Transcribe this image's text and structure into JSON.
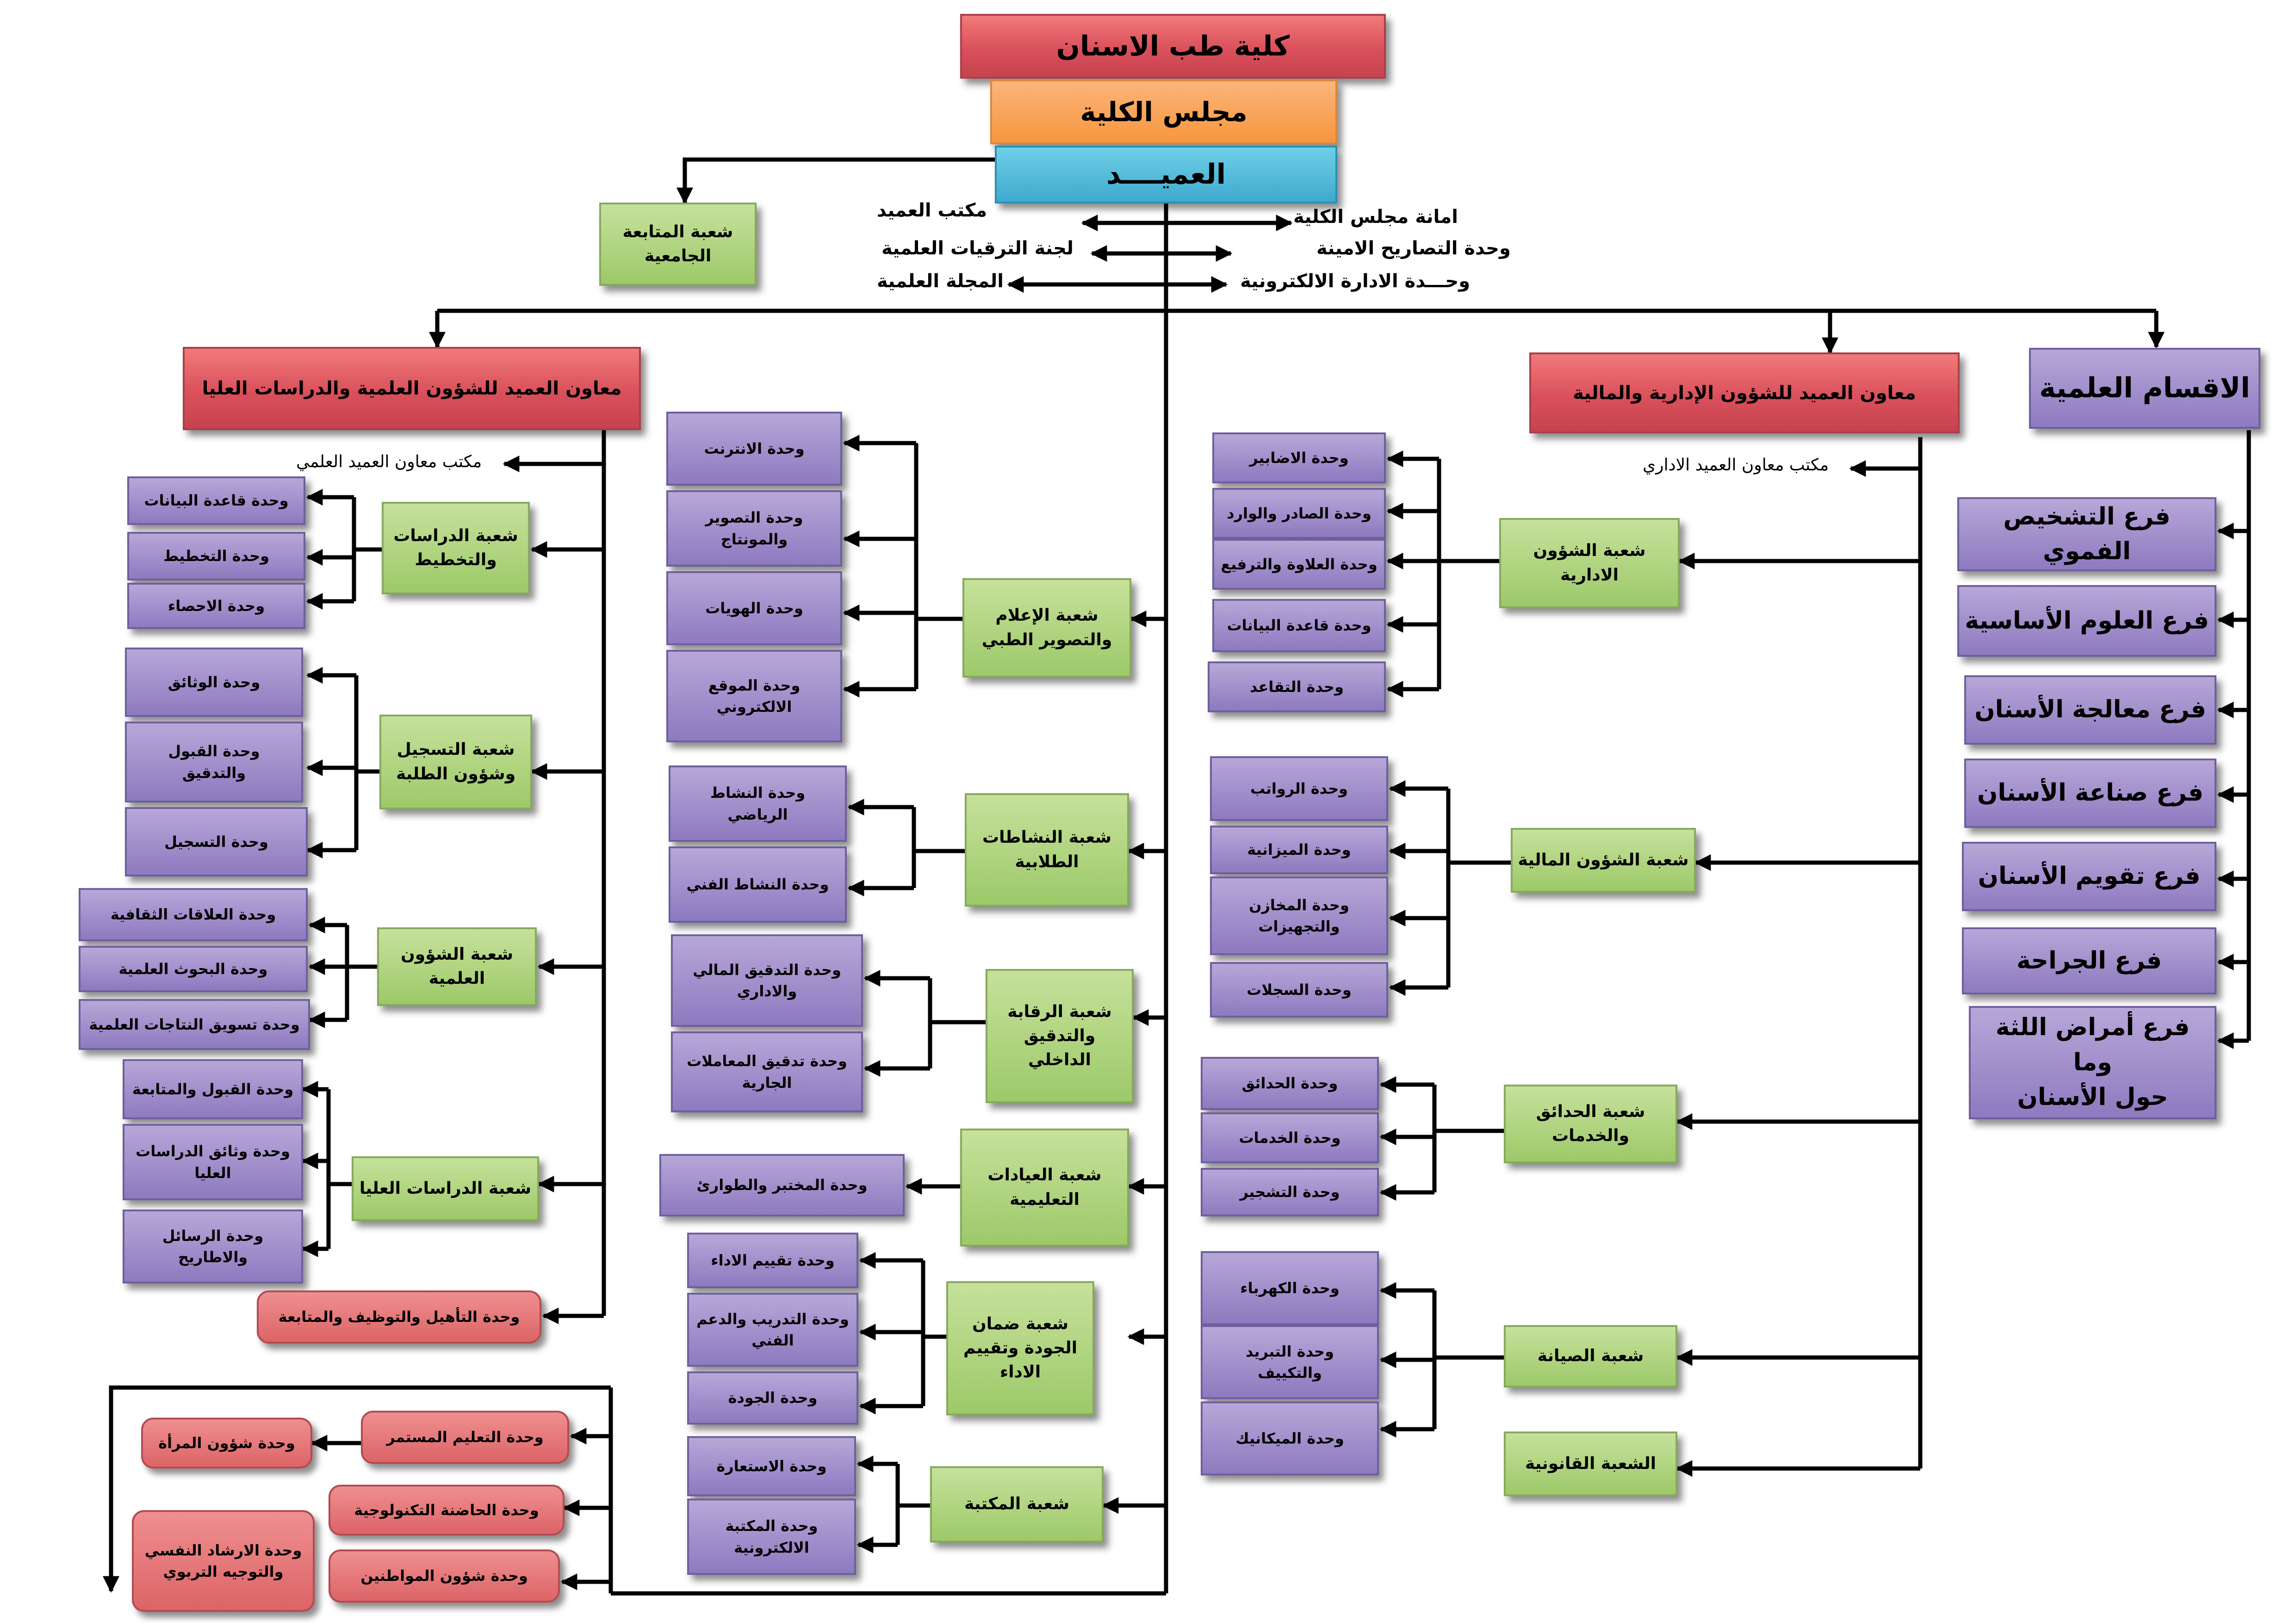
{
  "top": {
    "college": "كلية طب الاسنان",
    "council": "مجلس الكلية",
    "dean": "العميــــد"
  },
  "follow_up_section": "شعبة المتابعة\nالجامعية",
  "dean_offices": {
    "dean_office": "مكتب العميد",
    "promotions": "لجنة الترقيات العلمية",
    "journal": "المجلة العلمية",
    "council_secretariat": "امانة مجلس الكلية",
    "secure_statements": "وحدة التصاريح الامينة",
    "e_admin": "وحـــدة الادارة الالكترونية"
  },
  "departments": {
    "title": "الاقسام العلمية",
    "items": [
      "فرع التشخيص الفموي",
      "فرع العلوم الأساسية",
      "فرع معالجة الأسنان",
      "فرع صناعة الأسنان",
      "فرع تقويم الأسنان",
      "فرع الجراحة",
      "فرع أمراض اللثة وما\nحول الأسنان"
    ]
  },
  "admin_deputy": {
    "title": "معاون العميد للشؤون الإدارية والمالية",
    "office": "مكتب معاون العميد الاداري",
    "sections": {
      "admin_affairs": "شعبة الشؤون\nالادارية",
      "financial": "شعبة الشؤون المالية",
      "gardens": "شعبة الحدائق\nوالخدمات",
      "maintenance": "شعبة الصيانة",
      "legal": "الشعبة القانونية"
    },
    "units": {
      "admin": [
        "وحدة الاضابير",
        "وحدة الصادر والوارد",
        "وحدة العلاوة والترفيع",
        "وحدة قاعدة البيانات",
        "وحدة التقاعد"
      ],
      "financial": [
        "وحدة الرواتب",
        "وحدة الميزانية",
        "وحدة المخازن\nوالتجهيزات",
        "وحدة السجلات"
      ],
      "gardens": [
        "وحدة الحدائق",
        "وحدة الخدمات",
        "وحدة التشجير"
      ],
      "maintenance": [
        "وحدة الكهرباء",
        "وحدة التبريد\nوالتكييف",
        "وحدة الميكانيك"
      ]
    }
  },
  "scientific_deputy": {
    "title": "معاون العميد للشؤون العلمية والدراسات العليا",
    "office": "مكتب معاون العميد العلمي",
    "sections": {
      "planning": "شعبة الدراسات\nوالتخطيط",
      "registration": "شعبة التسجيل\nوشؤون الطلبة",
      "scientific": "شعبة الشؤون\nالعلمية",
      "postgrad": "شعبة الدراسات العليا",
      "media": "شعبة الإعلام\nوالتصوير الطبي",
      "activities": "شعبة النشاطات\nالطلابية",
      "audit": "شعبة الرقابة\nوالتدقيق\nالداخلي",
      "clinics": "شعبة العيادات\nالتعليمية",
      "quality": "شعبة ضمان\nالجودة وتقييم\nالاداء",
      "library": "شعبة المكتبة"
    },
    "units": {
      "planning": [
        "وحدة قاعدة البيانات",
        "وحدة التخطيط",
        "وحدة الاحصاء"
      ],
      "registration": [
        "وحدة الوثائق",
        "وحدة القبول\nوالتدقيق",
        "وحدة التسجيل"
      ],
      "scientific": [
        "وحدة العلاقات الثقافية",
        "وحدة البحوث العلمية",
        "وحدة تسويق النتاجات العلمية"
      ],
      "postgrad": [
        "وحدة القبول والمتابعة",
        "وحدة وثائق الدراسات\nالعليا",
        "وحدة الرسائل\nوالاطاريح"
      ],
      "media": [
        "وحدة الانترنت",
        "وحدة التصوير\nوالمونتاج",
        "وحدة الهويات",
        "وحدة الموقع\nالالكتروني"
      ],
      "activities": [
        "وحدة النشاط\nالرياضي",
        "وحدة النشاط الفني"
      ],
      "audit": [
        "وحدة التدقيق المالي\nوالاداري",
        "وحدة تدقيق المعاملات\nالجارية"
      ],
      "clinics": [
        "وحدة المختبر والطوارئ"
      ],
      "quality": [
        "وحدة تقييم الاداء",
        "وحدة التدريب والدعم\nالفني",
        "وحدة الجودة"
      ],
      "library": [
        "وحدة الاستعارة",
        "وحدة المكتبة\nالالكترونية"
      ]
    },
    "qualification_unit": "وحدة التأهيل والتوظيف والمتابعة"
  },
  "bottom_units": {
    "continuing_ed": "وحدة التعليم المستمر",
    "incubator": "وحدة الحاضنة التكنولوجية",
    "citizens": "وحدة شؤون المواطنين",
    "women": "وحدة شؤون المرأة",
    "counseling": "وحدة الارشاد النفسي\nوالتوجيه التربوي"
  },
  "colors": {
    "red": "#d9505b",
    "orange": "#f7963f",
    "blue": "#3ea9cf",
    "green": "#9dc969",
    "purple": "#8d7ac0"
  }
}
